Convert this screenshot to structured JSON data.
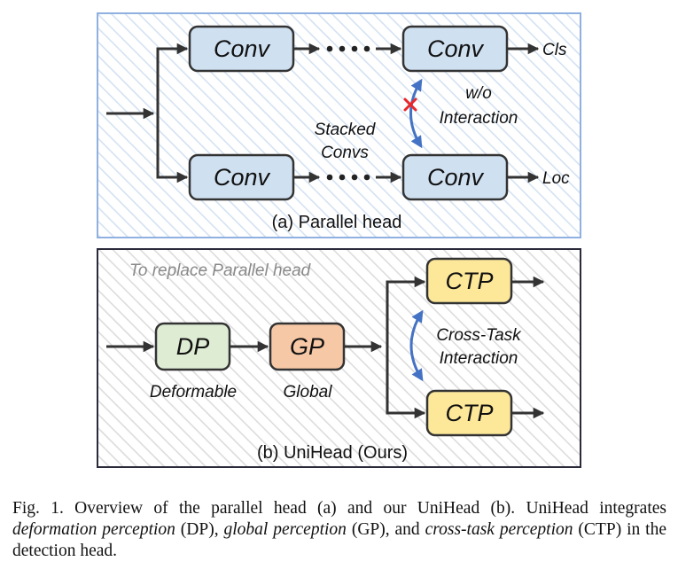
{
  "panel_a": {
    "box_top_left": "Conv",
    "box_top_right": "Conv",
    "box_bottom_left": "Conv",
    "box_bottom_right": "Conv",
    "output_top": "Cls",
    "output_bottom": "Loc",
    "wo_line1": "w/o",
    "wo_line2": "Interaction",
    "stacked_line1": "Stacked",
    "stacked_line2": "Convs",
    "caption": "(a) Parallel head"
  },
  "panel_b": {
    "hint": "To replace Parallel head",
    "box_dp": "DP",
    "box_gp": "GP",
    "box_ctp_top": "CTP",
    "box_ctp_bottom": "CTP",
    "label_dp": "Deformable",
    "label_gp": "Global",
    "cross_line1": "Cross-Task",
    "cross_line2": "Interaction",
    "caption": "(b) UniHead (Ours)"
  },
  "figure_caption": {
    "t1": "Fig. 1.  Overview of the parallel head (a) and our UniHead (b). UniHead integrates ",
    "t2": "deformation perception",
    "t3": " (DP), ",
    "t4": "global perception",
    "t5": " (GP), and ",
    "t6": "cross-task perception",
    "t7": " (CTP) in the detection head."
  },
  "colors": {
    "panel_a_border": "#8fb0e0",
    "panel_b_border": "#2a2a3a",
    "conv_fill": "#cfe0f1",
    "dp_fill": "#deecd4",
    "gp_fill": "#f6c8a6",
    "ctp_fill": "#fde89a",
    "curve_arrow": "#4472c4",
    "cross_mark": "#e8282a"
  }
}
